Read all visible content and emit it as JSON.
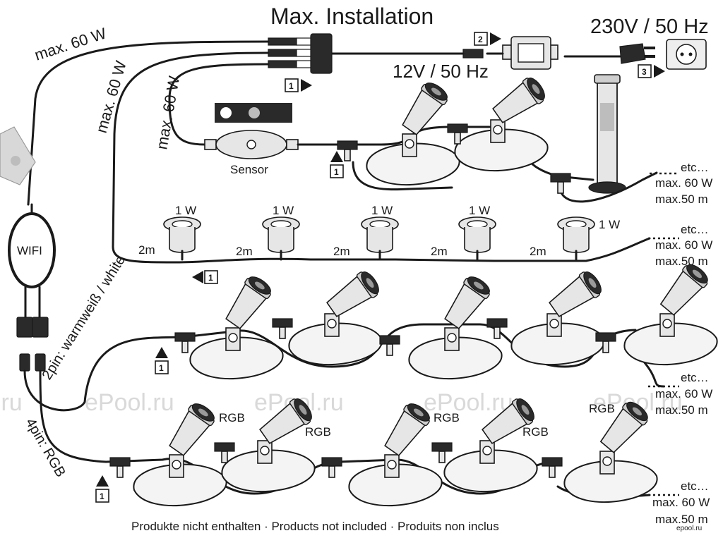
{
  "header": {
    "title": "Max. Installation",
    "mains": "230V / 50 Hz",
    "secondary": "12V / 50 Hz"
  },
  "wifi": {
    "label": "WIFI"
  },
  "sensor": {
    "label": "Sensor"
  },
  "feeds": {
    "feed_a": "max. 60 W",
    "feed_b": "max. 60 W",
    "feed_c": "max. 60 W",
    "pin2": "2pin: warmweiß / white",
    "pin4": "4pin: RGB"
  },
  "steps": [
    "1",
    "2",
    "3"
  ],
  "downlights": {
    "wattage": "1 W",
    "spacing": "2m"
  },
  "rgb_label": "RGB",
  "etc": {
    "etc": "etc…",
    "max_watt": "max. 60 W",
    "max_len": "max.50 m"
  },
  "watermark": "ePool.ru",
  "watermark_edge": ".ru",
  "watermark_corner": "epool.ru",
  "footer": "Produkte nicht enthalten · Products not included · Produits non inclus"
}
